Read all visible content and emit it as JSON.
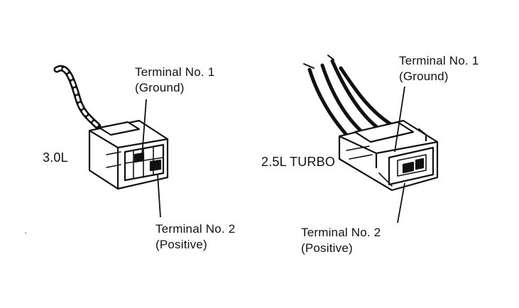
{
  "diagrams": [
    {
      "engine_label": "3.0L",
      "terminal_1": {
        "title": "Terminal No. 1",
        "role": "(Ground)"
      },
      "terminal_2": {
        "title": "Terminal No. 2",
        "role": "(Positive)"
      }
    },
    {
      "engine_label": "2.5L TURBO",
      "terminal_1": {
        "title": "Terminal No. 1",
        "role": "(Ground)"
      },
      "terminal_2": {
        "title": "Terminal No. 2",
        "role": "(Positive)"
      }
    }
  ],
  "colors": {
    "ink": "#111111",
    "background": "#ffffff"
  }
}
